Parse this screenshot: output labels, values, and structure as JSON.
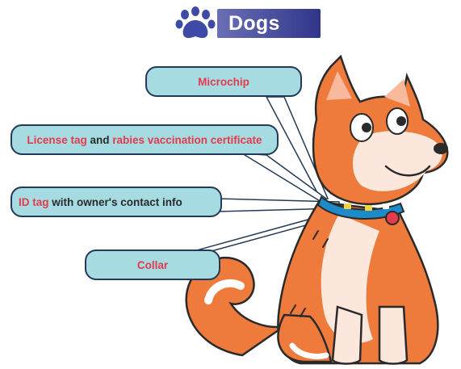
{
  "title": {
    "text": "Dogs",
    "icon": "paw-print-icon",
    "colors": {
      "banner_start": "#6a6fb6",
      "banner_end": "#31358a",
      "paw": "#3d4aa6"
    }
  },
  "callouts": {
    "microchip": {
      "highlight": "Microchip"
    },
    "license": {
      "highlight1": "License tag",
      "connector": " and ",
      "highlight2": "rabies vaccination certificate"
    },
    "id_tag": {
      "highlight": "ID tag",
      "rest": " with owner's contact info"
    },
    "collar": {
      "highlight": "Collar"
    }
  },
  "colors": {
    "callout_fill": "#a6dbe2",
    "callout_border": "#223a57",
    "highlight_text": "#e33a4c",
    "dog_fur": "#ee7b3b",
    "collar": "#1d8bc7"
  }
}
